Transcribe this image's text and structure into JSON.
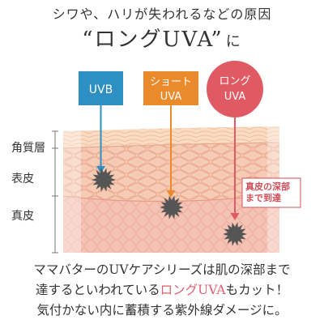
{
  "header": {
    "line1": "シワや、ハリが失われるなどの原因",
    "line2_main": "“ロングUVA”",
    "line2_suffix": "に"
  },
  "rays": [
    {
      "label": "UVB",
      "color": "#2e8fc4"
    },
    {
      "label": "ショート UVA",
      "label_line1": "ショート",
      "label_line2": "UVA",
      "color": "#ea8a2a"
    },
    {
      "label": "ロング UVA",
      "label_line1": "ロング",
      "label_line2": "UVA",
      "color": "#e05a64"
    }
  ],
  "layers": {
    "stratum_corneum": "角質層",
    "epidermis": "表皮",
    "dermis": "真皮"
  },
  "note": {
    "line1": "真皮の深部",
    "line2": "まで到達"
  },
  "footer": {
    "line1": "ママバターのUVケアシリーズは肌の深部まで",
    "line2_before": "達するといわれている",
    "line2_accent": "ロングUVA",
    "line2_after": "もカット！",
    "line3": "気付かない内に蓄積する紫外線ダメージに。"
  },
  "colors": {
    "uvb": "#2e8fc4",
    "short_uva": "#ea8a2a",
    "long_uva": "#e05a64",
    "skin_top": "#f7d9bf",
    "skin_mid": "#f3c6b0",
    "skin_deep": "#f4c0b2"
  }
}
